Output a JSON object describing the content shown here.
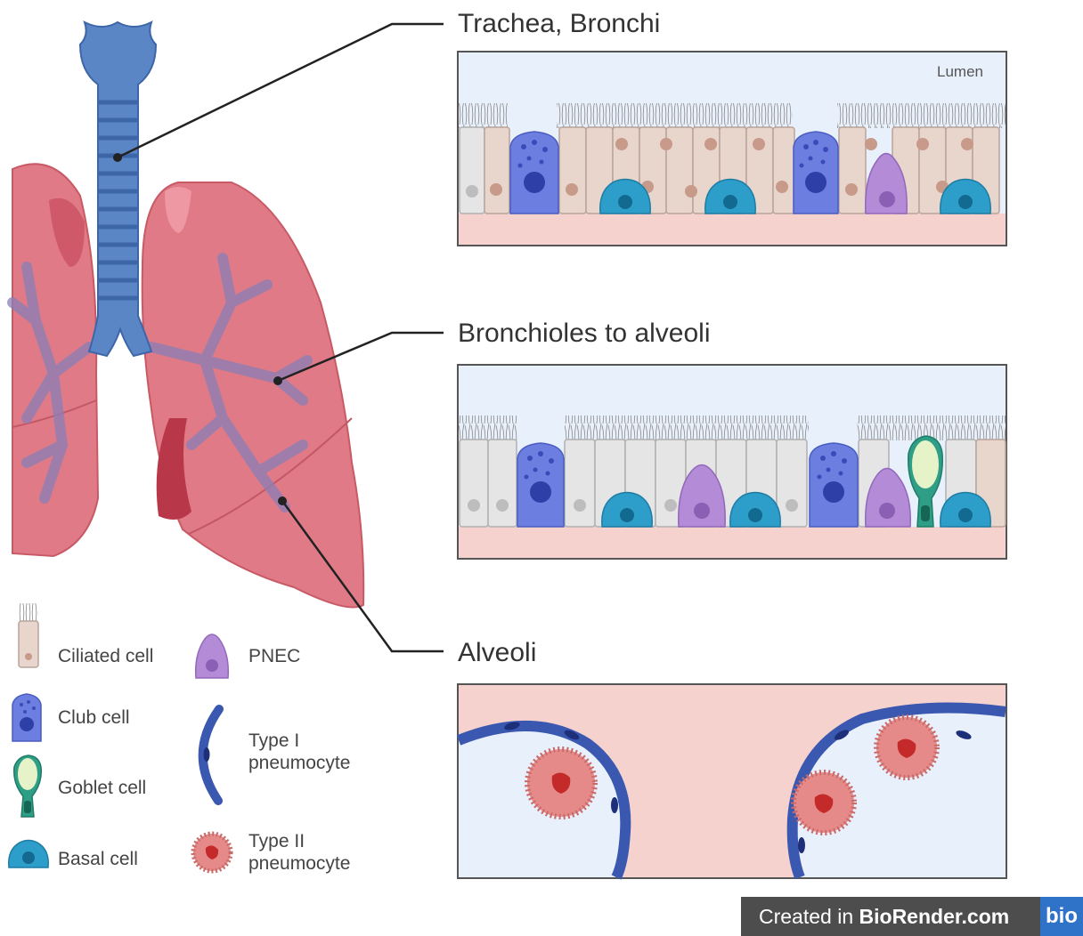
{
  "panels": {
    "trachea": {
      "title": "Trachea, Bronchi",
      "lumen_label": "Lumen"
    },
    "bronchioles": {
      "title": "Bronchioles to alveoli"
    },
    "alveoli": {
      "title": "Alveoli"
    }
  },
  "legend": {
    "ciliated": "Ciliated cell",
    "club": "Club cell",
    "goblet": "Goblet cell",
    "basal": "Basal cell",
    "pnec": "PNEC",
    "type1_line1": "Type I",
    "type1_line2": "pneumocyte",
    "type2_line1": "Type II",
    "type2_line2": "pneumocyte"
  },
  "badge": {
    "prefix": "Created in ",
    "brand": "BioRender.com",
    "logo": "bio"
  },
  "colors": {
    "lung": "#e07a86",
    "trachea": "#5b86c6",
    "ciliated": "#e8d5cc",
    "club": "#6c7fe0",
    "goblet": "#2e9e86",
    "basal": "#2c9ec9",
    "pnec": "#b48bd6",
    "type1": "#3a58b0",
    "type2": "#e58a88",
    "lumen_bg": "#e8f0fb",
    "tissue_bg": "#f6d2cf"
  }
}
